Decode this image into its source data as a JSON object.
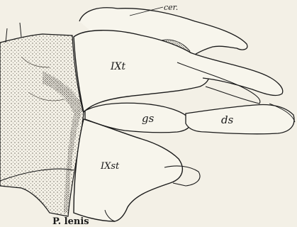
{
  "figure": {
    "caption": "P. lenis",
    "labels": {
      "cer": "cer.",
      "ixt": "IXt",
      "gs": "gs",
      "ds": "ds",
      "ixst": "IXst"
    },
    "colors": {
      "paper": "#f3f0e6",
      "ink": "#1a1a1a",
      "stipple": "#6b665c"
    }
  }
}
